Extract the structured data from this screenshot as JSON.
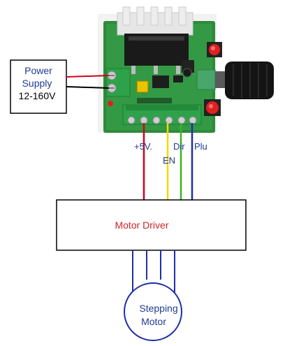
{
  "power_supply": {
    "line1": "Power",
    "line2": "Supply",
    "line3": "12-160V"
  },
  "pins": {
    "plus5v": "+5V.",
    "en": "EN",
    "dir": "Dir",
    "plu": "Plu"
  },
  "motor_driver": {
    "label": "Motor Driver"
  },
  "stepping_motor": {
    "line1": "Stepping",
    "line2": "Motor"
  },
  "colors": {
    "text_blue": "#1f3a93",
    "text_red": "#d2232a",
    "wire_red": "#d0021b",
    "wire_yellow": "#f2d700",
    "wire_green": "#3cb521",
    "wire_blue": "#1f2fa8",
    "pcb_green": "#2e8b3a",
    "knob_black": "#141414"
  }
}
